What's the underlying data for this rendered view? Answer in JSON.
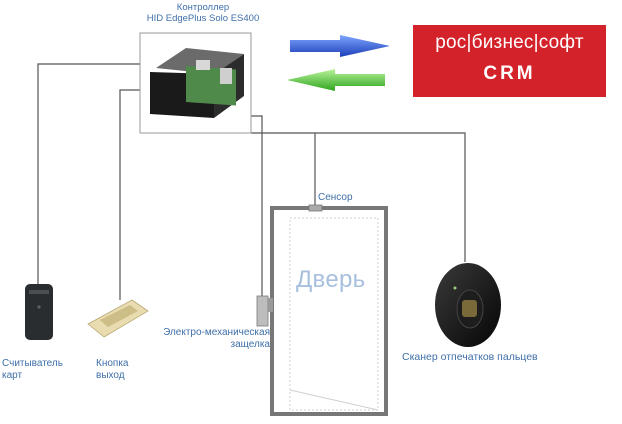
{
  "controller": {
    "title_line1": "Контроллер",
    "title_line2": "HID EdgePlus Solo ES400"
  },
  "crm_logo": {
    "brand": "рос|бизнес|софт",
    "product": "CRM",
    "background": "#d4222a"
  },
  "door": {
    "label": "Дверь"
  },
  "sensor": {
    "label": "Сенсор"
  },
  "latch": {
    "label_line1": "Электро-механическая",
    "label_line2": "защелка"
  },
  "card_reader": {
    "label_line1": "Считыватель",
    "label_line2": "карт"
  },
  "exit_button": {
    "label_line1": "Кнопка",
    "label_line2": "выход"
  },
  "fingerprint_scanner": {
    "label": "Сканер отпечатков пальцев"
  },
  "colors": {
    "label_text": "#3f6fa8",
    "arrow_to_crm": "#2a52c8",
    "arrow_from_crm": "#3fbf2a",
    "wire": "#555555"
  }
}
